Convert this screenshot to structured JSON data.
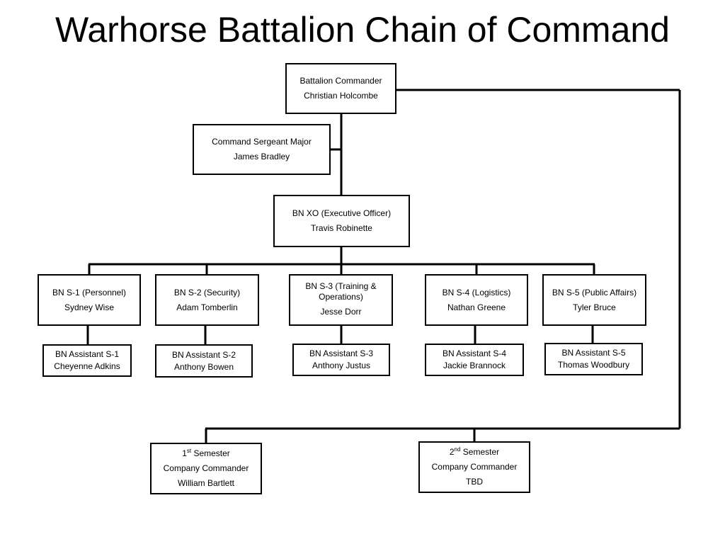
{
  "title": "Warhorse Battalion Chain of Command",
  "battalion_commander": {
    "role": "Battalion Commander",
    "name": "Christian Holcombe"
  },
  "command_sergeant_major": {
    "role": "Command Sergeant Major",
    "name": "James Bradley"
  },
  "executive_officer": {
    "role": "BN XO (Executive Officer)",
    "name": "Travis Robinette"
  },
  "staff": [
    {
      "role": "BN S-1 (Personnel)",
      "name": "Sydney Wise"
    },
    {
      "role": "BN S-2 (Security)",
      "name": "Adam Tomberlin"
    },
    {
      "role": "BN S-3 (Training & Operations)",
      "name": "Jesse Dorr"
    },
    {
      "role": "BN S-4 (Logistics)",
      "name": "Nathan Greene"
    },
    {
      "role": "BN S-5 (Public Affairs)",
      "name": "Tyler Bruce"
    }
  ],
  "assistants": [
    {
      "role": "BN Assistant S-1",
      "name": "Cheyenne Adkins"
    },
    {
      "role": "BN Assistant S-2",
      "name": "Anthony Bowen"
    },
    {
      "role": "BN Assistant S-3",
      "name": "Anthony Justus"
    },
    {
      "role": "BN Assistant S-4",
      "name": "Jackie Brannock"
    },
    {
      "role": "BN Assistant S-5",
      "name": "Thomas Woodbury"
    }
  ],
  "companies": [
    {
      "semester_num": "1",
      "semester_suffix": "st",
      "semester_label": " Semester",
      "role": "Company Commander",
      "name": "William Bartlett"
    },
    {
      "semester_num": "2",
      "semester_suffix": "nd",
      "semester_label": " Semester",
      "role": "Company Commander",
      "name": "TBD"
    }
  ]
}
